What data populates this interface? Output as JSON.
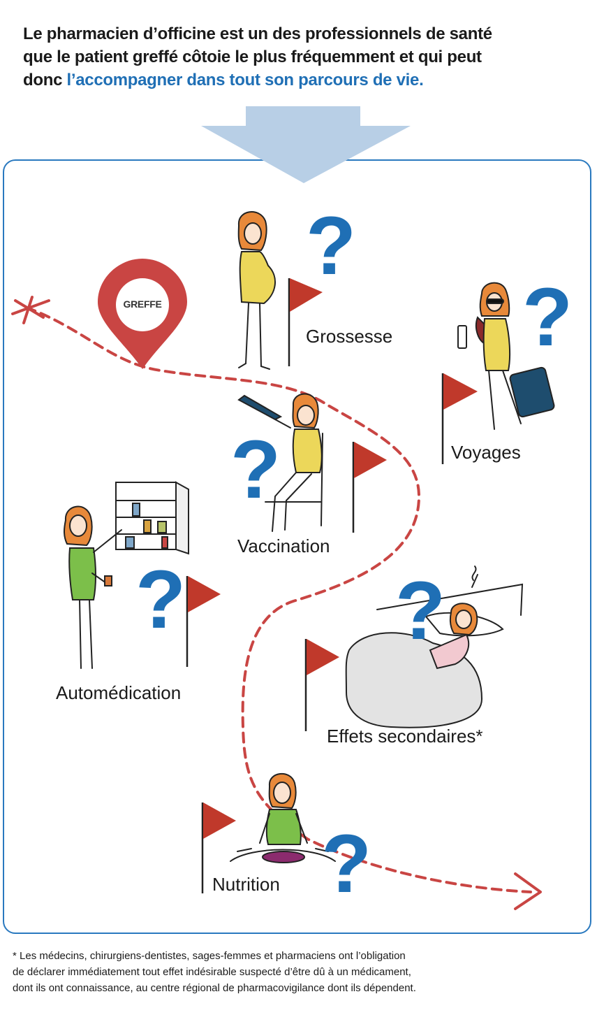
{
  "header": {
    "line1": "Le pharmacien d’officine est un des professionnels de santé",
    "line2": "que le patient greffé côtoie le plus fréquemment et qui peut",
    "line3_prefix": "donc ",
    "line3_highlight": "l’accompagner dans tout son parcours de vie."
  },
  "pin": {
    "label": "GREFFE"
  },
  "stages": {
    "grossesse": "Grossesse",
    "voyages": "Voyages",
    "vaccination": "Vaccination",
    "automedication": "Automédication",
    "effets": "Effets secondaires*",
    "nutrition": "Nutrition"
  },
  "question_mark": "?",
  "footnote": {
    "line1": "* Les médecins, chirurgiens-dentistes, sages-femmes et pharmaciens ont l’obligation",
    "line2": "de déclarer immédiatement tout effet indésirable suspecté d’être dû à un médicament,",
    "line3": "dont ils ont connaissance, au centre régional de pharmacovigilance dont ils dépendent."
  },
  "colors": {
    "accent_blue": "#2a79bf",
    "question_blue": "#1f6fb5",
    "arrow_blue": "#b8cfe6",
    "path_red": "#c94543",
    "flag_red": "#c0392b",
    "hair": "#e8893a",
    "dress_yellow": "#ecd75a",
    "shirt_green": "#7cbf4a"
  }
}
